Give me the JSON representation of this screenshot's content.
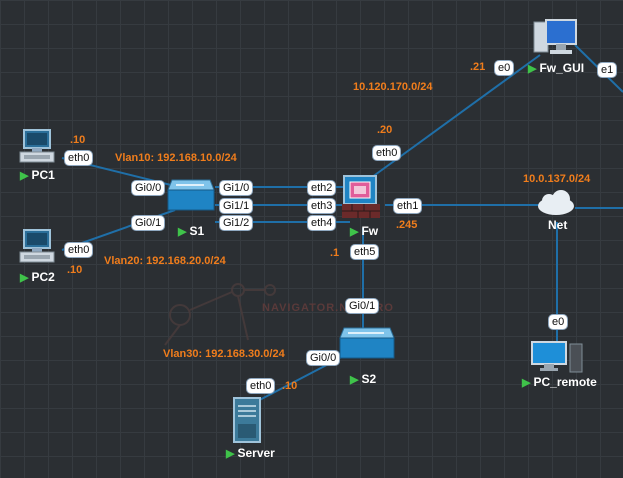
{
  "devices": {
    "pc1": "PC1",
    "pc2": "PC2",
    "s1": "S1",
    "fw": "Fw",
    "fw_gui": "Fw_GUI",
    "net": "Net",
    "pc_remote": "PC_remote",
    "s2": "S2",
    "server": "Server"
  },
  "ports": {
    "pc1_eth0": "eth0",
    "pc2_eth0": "eth0",
    "s1_gi00": "Gi0/0",
    "s1_gi01": "Gi0/1",
    "s1_gi10": "Gi1/0",
    "s1_gi11": "Gi1/1",
    "s1_gi12": "Gi1/2",
    "fw_eth0": "eth0",
    "fw_eth1": "eth1",
    "fw_eth2": "eth2",
    "fw_eth3": "eth3",
    "fw_eth4": "eth4",
    "fw_eth5": "eth5",
    "fwgui_e0": "e0",
    "fwgui_e1": "e1",
    "pcremote_e0": "e0",
    "s2_gi01": "Gi0/1",
    "s2_gi00": "Gi0/0",
    "server_eth0": "eth0"
  },
  "addresses": {
    "pc1": ".10",
    "pc2": ".10",
    "fw_eth0": ".20",
    "fwgui_e0": ".21",
    "fw_eth1": ".245",
    "fw_eth5": ".1",
    "server": ".10"
  },
  "networks": {
    "vlan10": "Vlan10: 192.168.10.0/24",
    "vlan20": "Vlan20: 192.168.20.0/24",
    "vlan30": "Vlan30: 192.168.30.0/24",
    "mgmt": "10.120.170.0/24",
    "outside": "10.0.137.0/24"
  },
  "watermark": "NAVIGATOR.NET.PRO",
  "colors": {
    "link": "#1f6fa8",
    "label": "#f07d1c",
    "background": "#2b2f33"
  },
  "icons": [
    "pc-icon",
    "switch-icon",
    "firewall-icon",
    "desktop-icon",
    "cloud-icon",
    "server-icon"
  ]
}
